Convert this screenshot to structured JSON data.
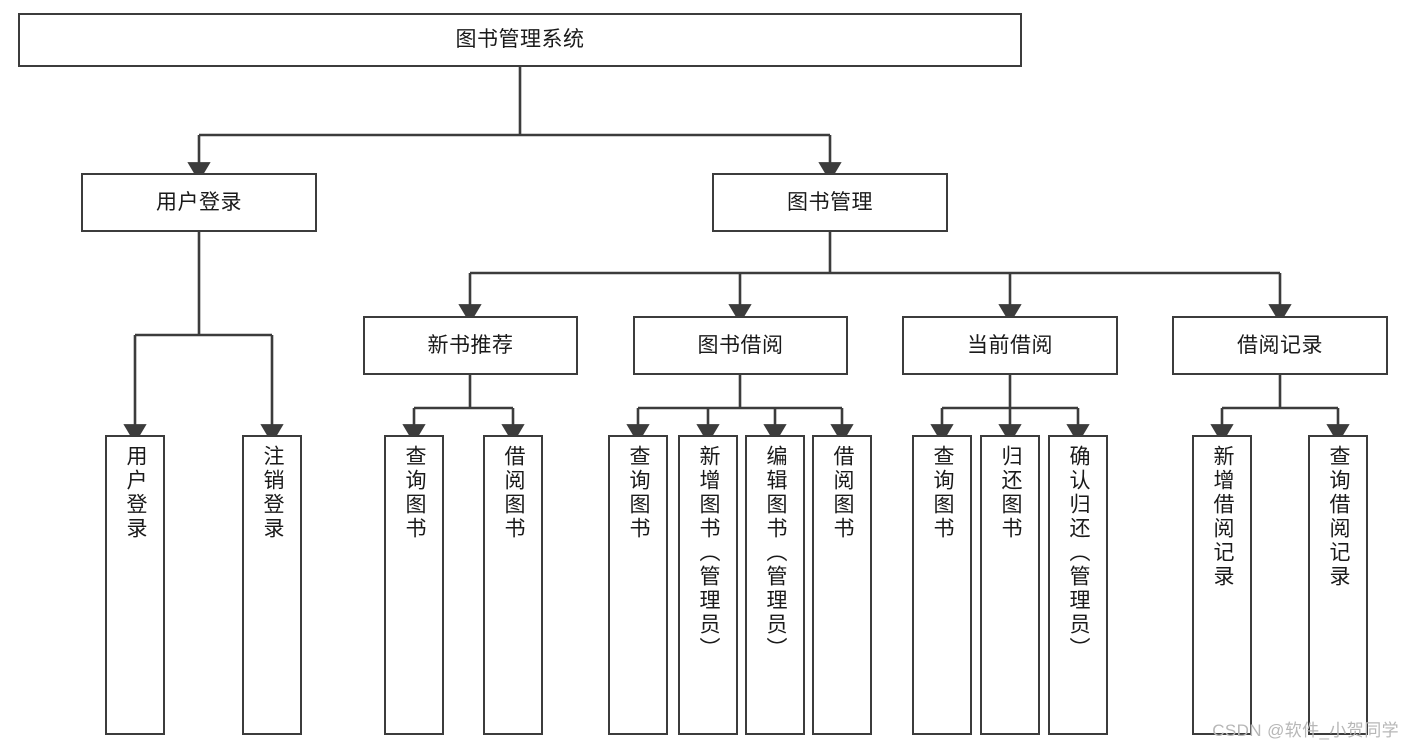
{
  "diagram": {
    "title": "图书管理系统",
    "type": "tree-hierarchy-chart",
    "colors": {
      "box_border": "#3c3c3c",
      "box_fill": "#ffffff",
      "connector": "#3c3c3c",
      "text": "#1a1a1a",
      "watermark": "#b7b7b7",
      "background": "#ffffff"
    },
    "root": {
      "label": "图书管理系统"
    },
    "level2": [
      {
        "label": "用户登录"
      },
      {
        "label": "图书管理"
      }
    ],
    "level3": [
      {
        "label": "新书推荐"
      },
      {
        "label": "图书借阅"
      },
      {
        "label": "当前借阅"
      },
      {
        "label": "借阅记录"
      }
    ],
    "leaves": {
      "user_login": [
        {
          "label": "用户登录"
        },
        {
          "label": "注销登录"
        }
      ],
      "new_book_recommend": [
        {
          "label": "查询图书"
        },
        {
          "label": "借阅图书"
        }
      ],
      "book_borrow": [
        {
          "label": "查询图书"
        },
        {
          "label": "新增图书（管理员）"
        },
        {
          "label": "编辑图书（管理员）"
        },
        {
          "label": "借阅图书"
        }
      ],
      "current_borrow": [
        {
          "label": "查询图书"
        },
        {
          "label": "归还图书"
        },
        {
          "label": "确认归还（管理员）"
        }
      ],
      "borrow_record": [
        {
          "label": "新增借阅记录"
        },
        {
          "label": "查询借阅记录"
        }
      ]
    }
  },
  "watermark": {
    "text": "CSDN @软件_小贺同学"
  }
}
